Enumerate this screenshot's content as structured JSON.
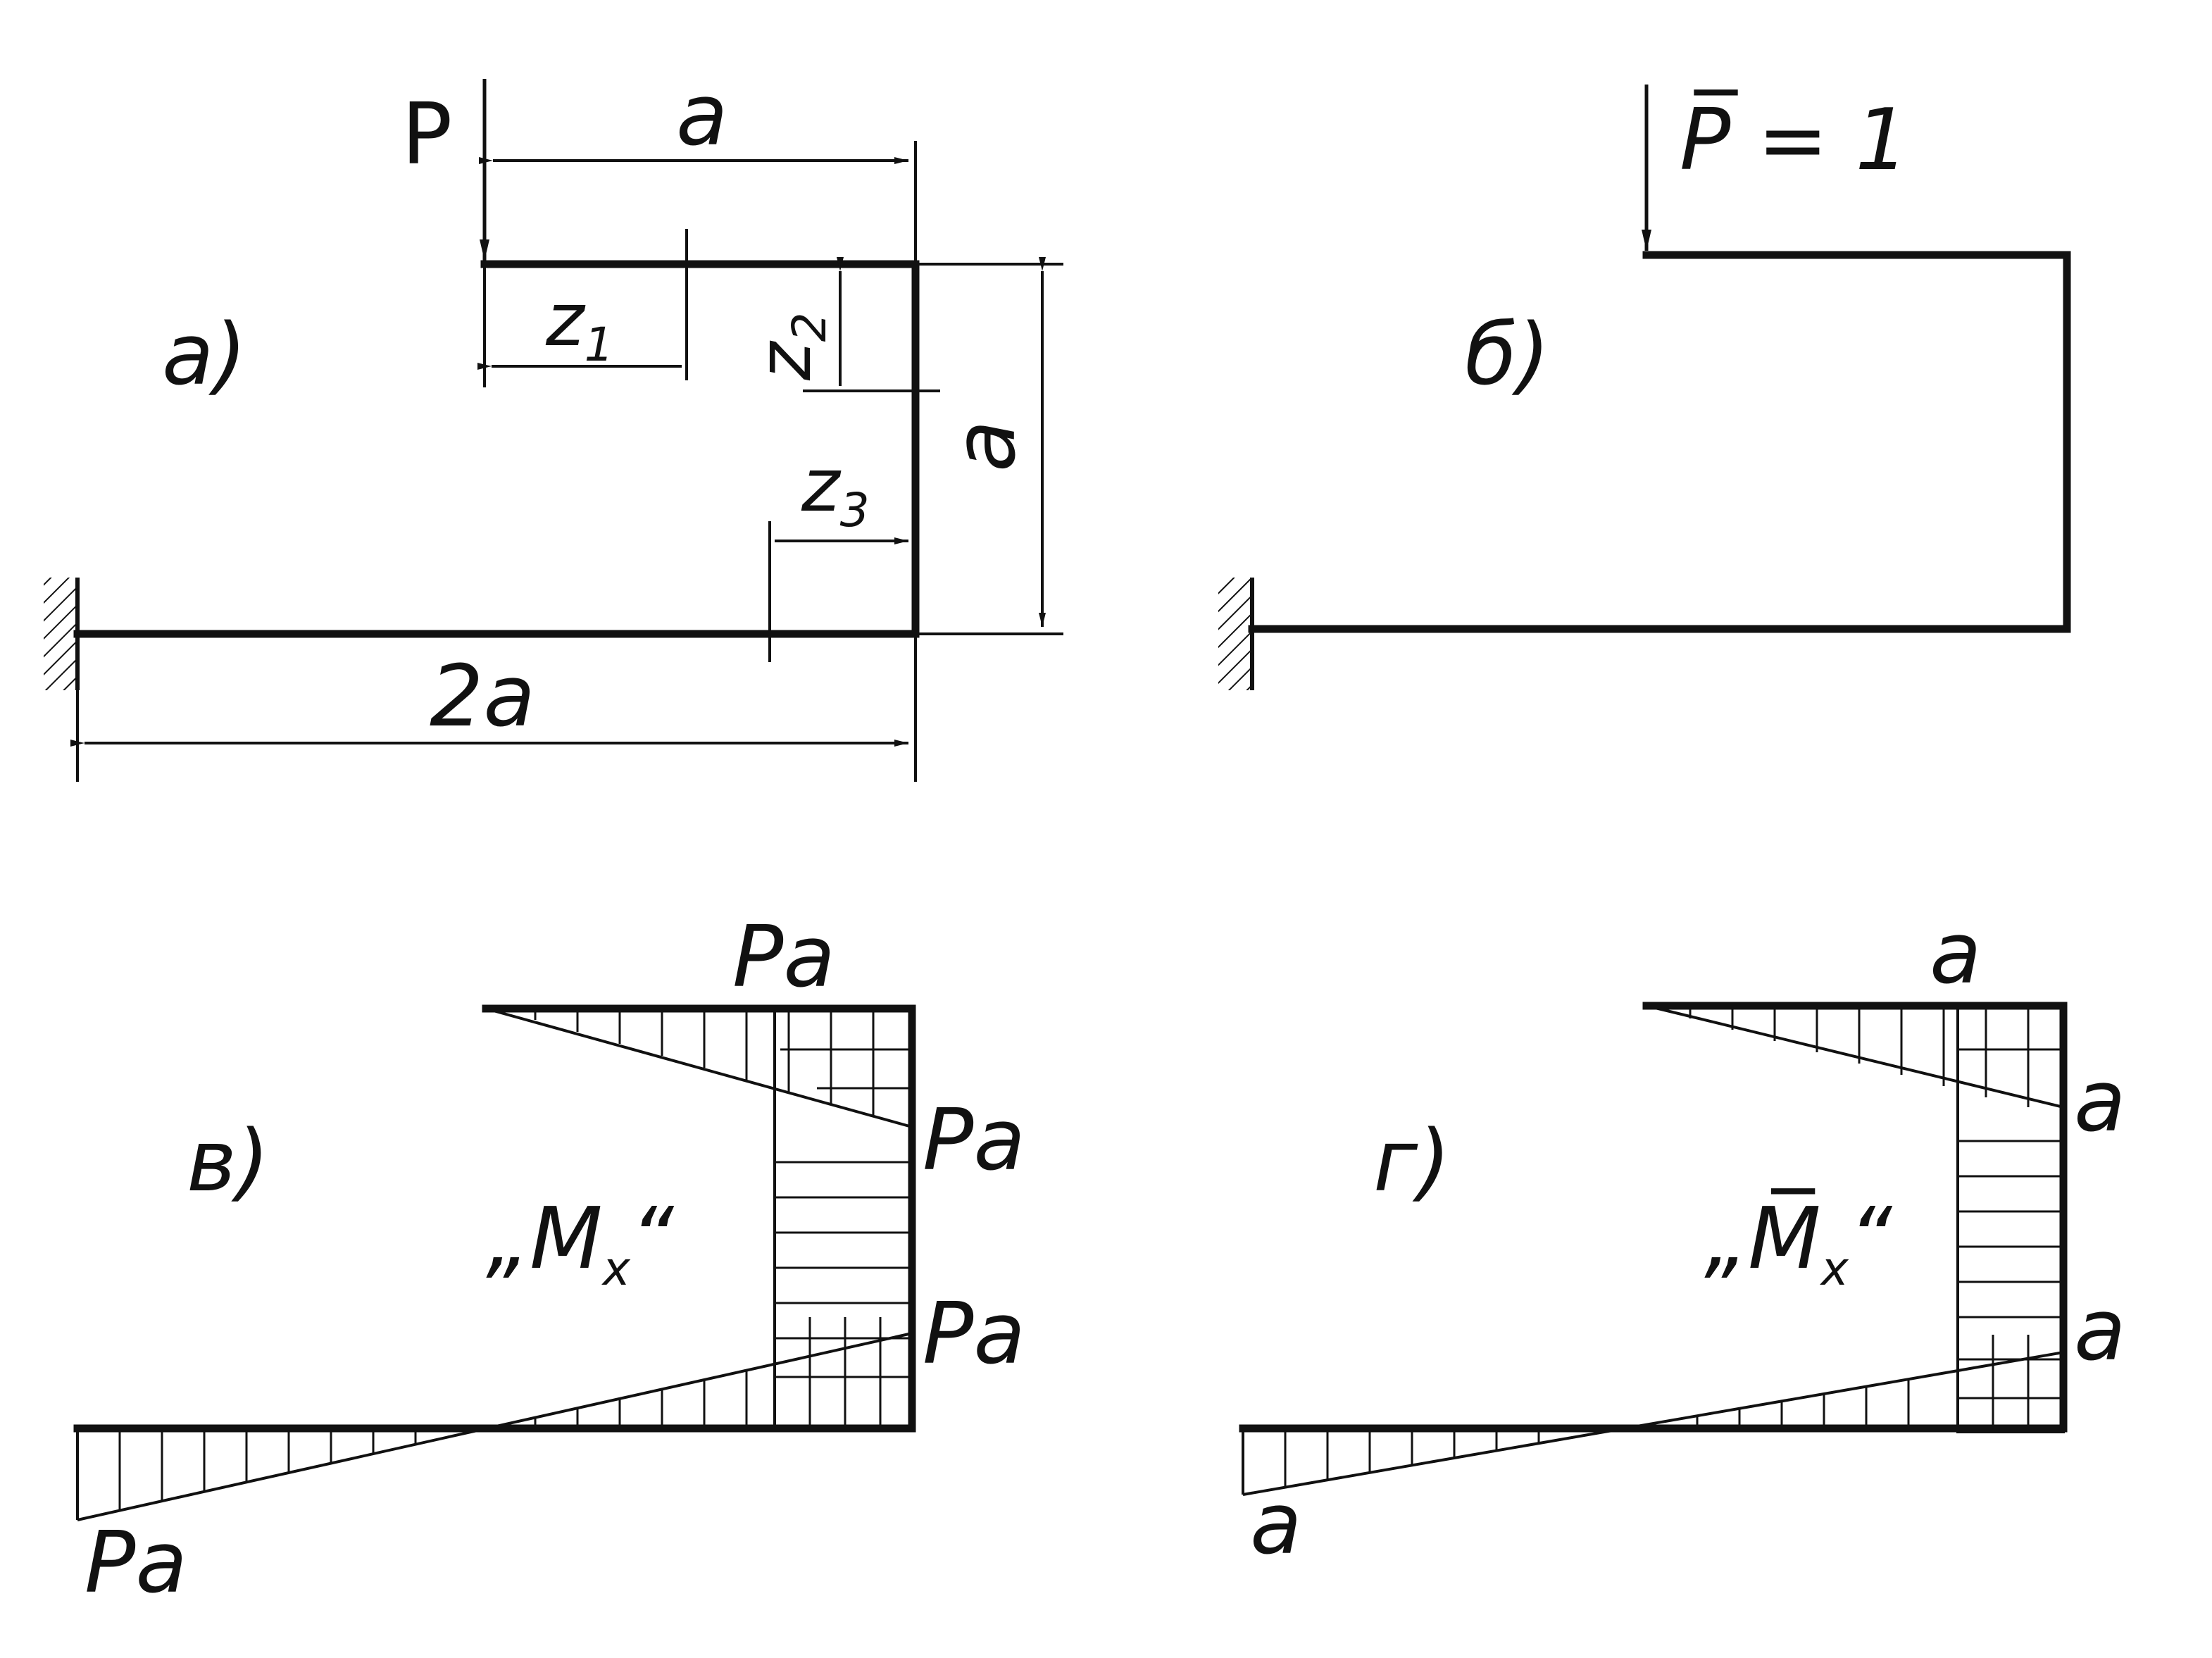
{
  "panels": {
    "a": {
      "label": "а)",
      "load_label": "P",
      "dim_top": "a",
      "dim_right": "a",
      "dim_bottom": "2a",
      "z1": "z",
      "z1_sub": "1",
      "z2": "z",
      "z2_sub": "2",
      "z3": "z",
      "z3_sub": "3"
    },
    "b": {
      "label": "б)",
      "load_label": "P̅ = 1"
    },
    "v": {
      "label": "в)",
      "diagram_title": "„Mx“",
      "diagram_title_main": "„M",
      "diagram_title_sub": "x",
      "diagram_title_close": "“",
      "value_top": "Pa",
      "value_right_upper": "Pa",
      "value_right_lower": "Pa",
      "value_left": "Pa"
    },
    "g": {
      "label": "г)",
      "diagram_title_main": "„M̅",
      "diagram_title_sub": "x",
      "diagram_title_close": "“",
      "value_top": "a",
      "value_right_upper": "a",
      "value_right_lower": "a",
      "value_left": "a"
    }
  }
}
